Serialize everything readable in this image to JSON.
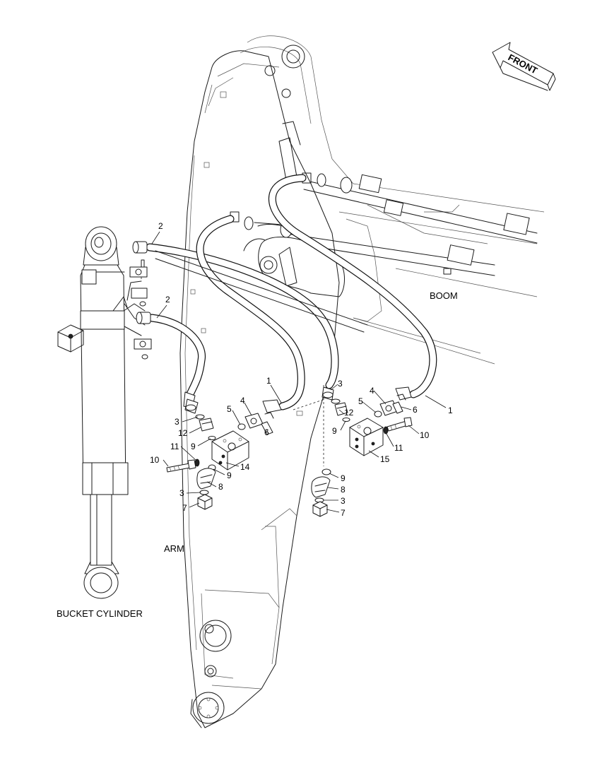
{
  "labels": {
    "front": "FRONT",
    "boom": "BOOM",
    "arm": "ARM",
    "bucket_cylinder": "BUCKET CYLINDER"
  },
  "callouts": {
    "hose_1_left": "1",
    "hose_1_right": "1",
    "hose_2_top": "2",
    "hose_2_bottom": "2",
    "oring_3_left_top": "3",
    "oring_3_left_bottom": "3",
    "oring_3_right_top": "3",
    "oring_3_right_bottom": "3",
    "flange_4_left": "4",
    "flange_4_right": "4",
    "oring_5_left": "5",
    "oring_5_right": "5",
    "bolt_6_left": "6",
    "bolt_6_right": "6",
    "nut_7_left": "7",
    "nut_7_right": "7",
    "elbow_8_left": "8",
    "elbow_8_right": "8",
    "oring_9_left_top": "9",
    "oring_9_left_bottom": "9",
    "oring_9_right_top": "9",
    "oring_9_right_bottom": "9",
    "bolt_10_left": "10",
    "bolt_10_right": "10",
    "washer_11_left": "11",
    "washer_11_right": "11",
    "adapter_12_left": "12",
    "adapter_12_right": "12",
    "block_14": "14",
    "block_15": "15"
  }
}
